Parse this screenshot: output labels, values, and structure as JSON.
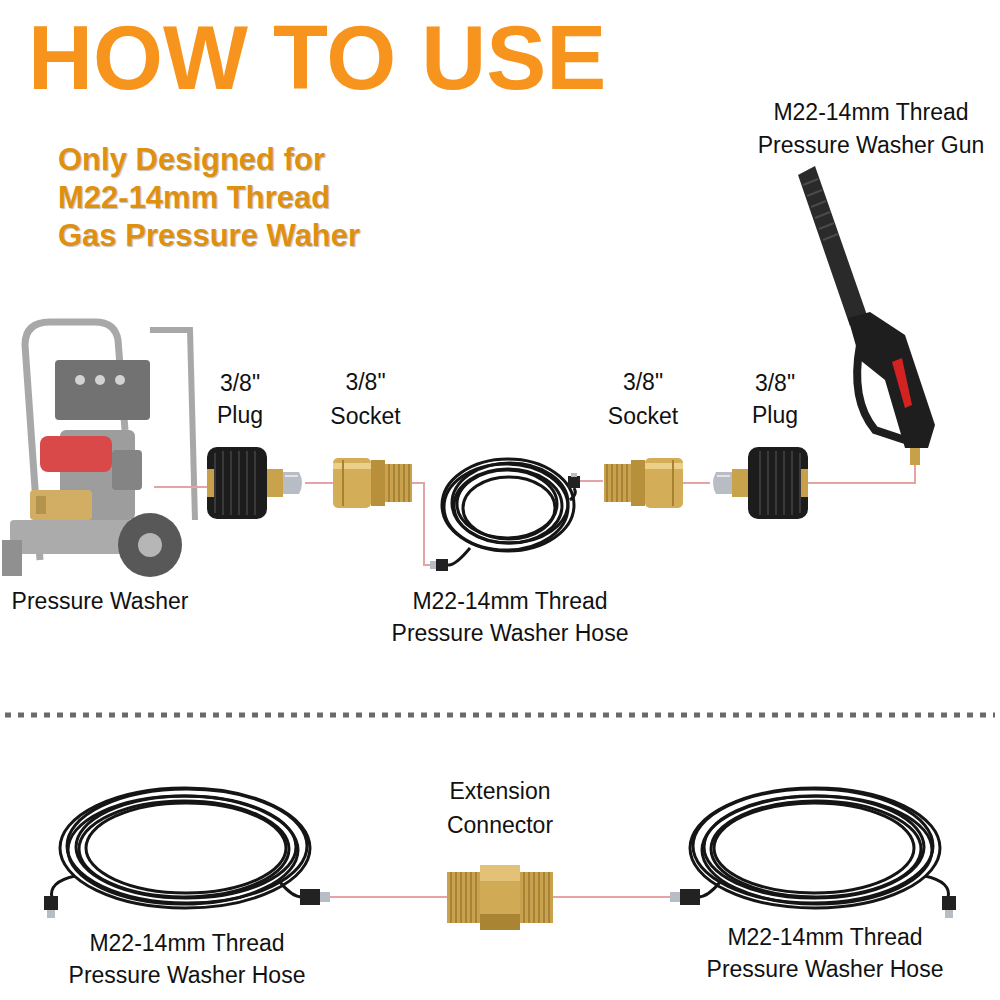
{
  "diagram": {
    "title": "HOW TO USE",
    "nodes": [
      {
        "text": [
          "Pressure Washer"
        ]
      },
      {
        "text": [
          "3/8\" Plug"
        ]
      },
      {
        "text": [
          "3/8\" Socket"
        ]
      },
      {
        "text": [
          "M22-14mm Thread Pressure Washer Hose"
        ]
      },
      {
        "text": [
          "3/8\" Socket"
        ]
      },
      {
        "text": [
          "3/8\" Plug"
        ]
      },
      {
        "text": [
          "M22-14mm Thread Pressure Washer Gun"
        ]
      },
      {
        "text": [
          "M22-14mm Thread Pressure Washer Hose"
        ]
      },
      {
        "text": [
          "Extension Connector"
        ]
      },
      {
        "text": [
          "M22-14mm Thread Pressure Washer Hose"
        ]
      }
    ],
    "edges": [
      {
        "from": 0,
        "to": 1,
        "arrow": "none"
      },
      {
        "from": 1,
        "to": 2,
        "arrow": "none"
      },
      {
        "from": 2,
        "to": 3,
        "arrow": "none"
      },
      {
        "from": 3,
        "to": 4,
        "arrow": "none"
      },
      {
        "from": 4,
        "to": 5,
        "arrow": "none"
      },
      {
        "from": 5,
        "to": 6,
        "arrow": "none"
      },
      {
        "from": 7,
        "to": 8,
        "arrow": "none"
      },
      {
        "from": 8,
        "to": 9,
        "arrow": "none"
      }
    ],
    "labels": [
      "Only Designed for M22-14mm Thread Gas Pressure Waher"
    ]
  }
}
